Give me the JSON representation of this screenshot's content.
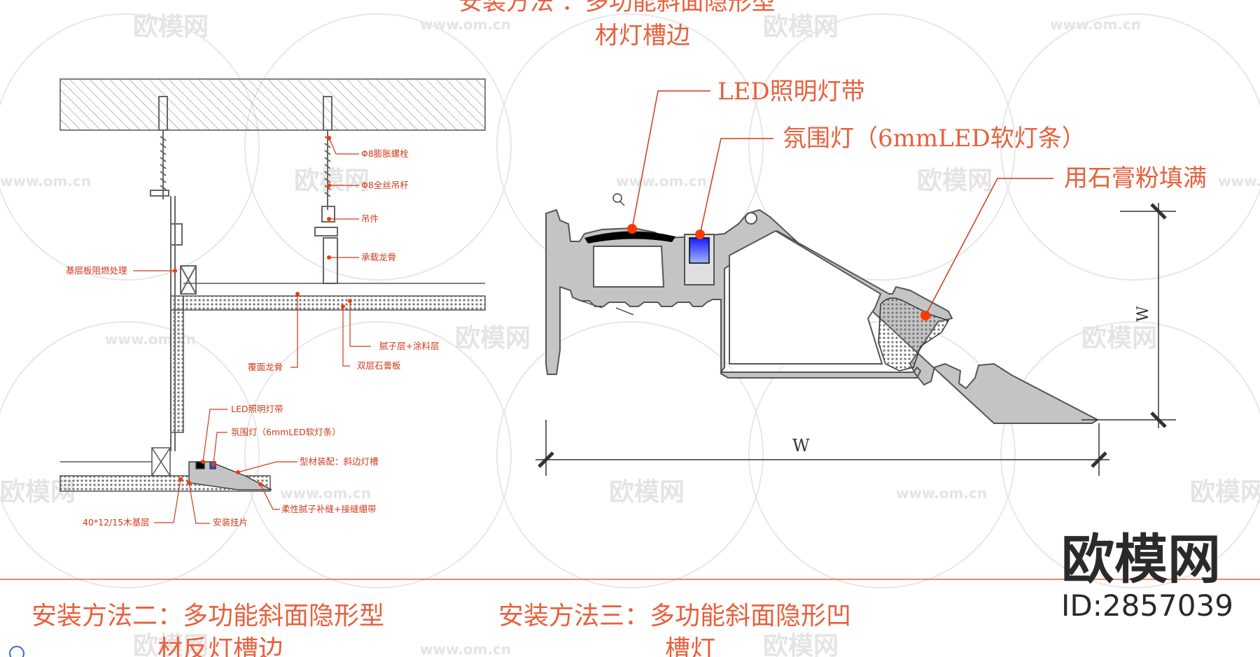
{
  "titles": {
    "top_line1": "安装方法 ：多功能斜面隐形型",
    "top_line2": "材灯槽边",
    "bottom_left_line1": "安装方法二：多功能斜面隐形型",
    "bottom_left_line2": "材反灯槽边",
    "bottom_right_line1": "安装方法三：多功能斜面隐形凹",
    "bottom_right_line2": "槽灯"
  },
  "left_drawing": {
    "labels": {
      "expansion_bolt": "Φ8膨胀螺栓",
      "threaded_rod": "Φ8全丝吊杆",
      "hanger": "吊件",
      "main_keel": "承载龙骨",
      "base_fireproof": "基层板阻燃处理",
      "cover_keel": "覆面龙骨",
      "putty_layer": "腻子层+涂料层",
      "double_gypsum": "双层石膏板",
      "led_strip": "LED照明灯带",
      "ambient_light": "氛围灯（6mmLED软灯条）",
      "profile_fit": "型材装配：斜边灯槽",
      "flexible_putty": "柔性腻子补缝+接缝绷带",
      "wood_base": "40*12/15木基层",
      "mount_clip": "安装挂片"
    }
  },
  "right_drawing": {
    "labels": {
      "led_strip": "LED照明灯带",
      "ambient_light": "氛围灯（6mmLED软灯条）",
      "gypsum_fill": "用石膏粉填满"
    },
    "dimension_w_horizontal": "W",
    "dimension_w_vertical": "W"
  },
  "watermark": {
    "brand_cn": "欧模网",
    "url": "www.om.cn"
  },
  "brand": {
    "name": "欧模网",
    "id_text": "ID:2857039"
  },
  "colors": {
    "title": "#e8603c",
    "accent_dot": "#ff3a00",
    "leader": "#d03a1a",
    "profile_fill": "#c4c4c4",
    "profile_stroke": "#555555",
    "led_blue": "#1f2cff",
    "divider": "#e8603c",
    "watermark": "#dcdcdc"
  }
}
